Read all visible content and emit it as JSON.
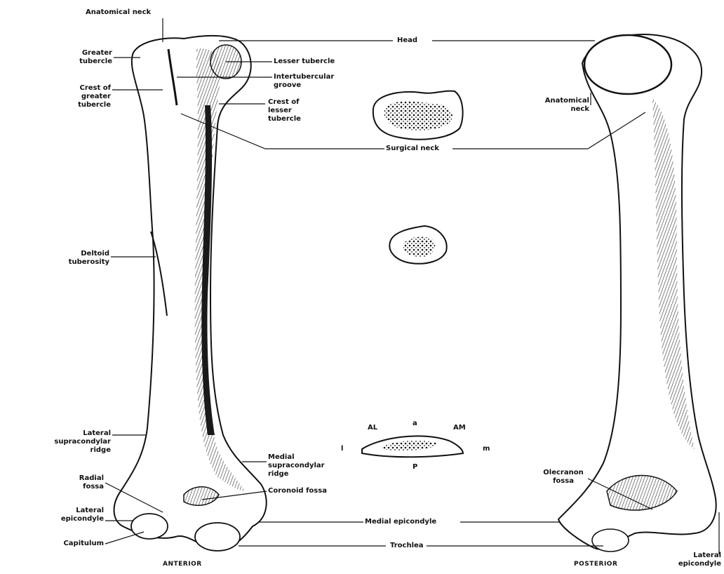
{
  "labels": {
    "anatomical_neck_left": "Anatomical neck",
    "greater_tubercle": "Greater\ntubercle",
    "crest_greater_tubercle": "Crest of\ngreater\ntubercle",
    "deltoid_tuberosity": "Deltoid\ntuberosity",
    "lateral_supracondylar_ridge": "Lateral\nsupracondylar\nridge",
    "radial_fossa": "Radial\nfossa",
    "lateral_epicondyle_left": "Lateral\nepicondyle",
    "capitulum": "Capitulum",
    "head": "Head",
    "lesser_tubercle": "Lesser tubercle",
    "intertubercular_groove": "Intertubercular\ngroove",
    "crest_lesser_tubercle": "Crest of\nlesser\ntubercle",
    "surgical_neck": "Surgical neck",
    "medial_supracondylar_ridge": "Medial\nsupracondylar\nridge",
    "coronoid_fossa": "Coronoid fossa",
    "medial_epicondyle": "Medial epicondyle",
    "trochlea": "Trochlea",
    "anatomical_neck_right": "Anatomical\nneck",
    "olecranon_fossa": "Olecranon\nfossa",
    "lateral_epicondyle_right": "Lateral\nepicondyle",
    "anterior": "ANTERIOR",
    "posterior": "POSTERIOR"
  },
  "section_labels": {
    "al": "AL",
    "a": "a",
    "am": "AM",
    "l": "l",
    "m": "m",
    "p": "P"
  },
  "colors": {
    "ink": "#111111",
    "bone_shade": "#2a2a2a",
    "paper": "#ffffff"
  }
}
